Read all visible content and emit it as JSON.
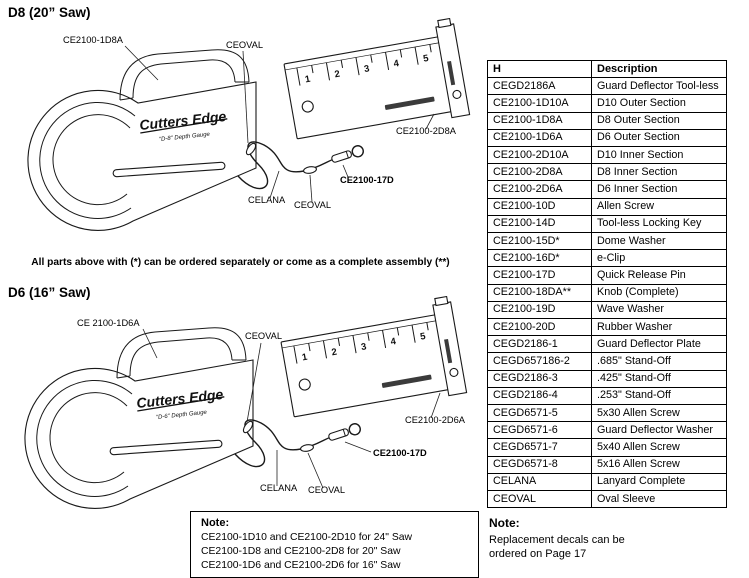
{
  "headings": {
    "d8": "D8 (20” Saw)",
    "d6": "D6 (16” Saw)"
  },
  "assembly_note": "All parts above with (*) can be ordered separately or come as a complete assembly (**)",
  "diagram_d8": {
    "outer_label": "CE2100-1D8A",
    "oval_top_label": "CEOVAL",
    "inner_label": "CE2100-2D8A",
    "pin_label": "CE2100-17D",
    "lanyard_label": "CELANA",
    "oval_bottom_label": "CEOVAL",
    "logo": "Cutters Edge",
    "logo_sub": "“D-8” Depth Gauge",
    "scale": [
      "1",
      "2",
      "3",
      "4",
      "5"
    ]
  },
  "diagram_d6": {
    "outer_label": "CE 2100-1D6A",
    "oval_top_label": "CEOVAL",
    "inner_label": "CE2100-2D6A",
    "pin_label": "CE2100-17D",
    "lanyard_label": "CELANA",
    "oval_bottom_label": "CEOVAL",
    "logo": "Cutters Edge",
    "logo_sub": "“D-6” Depth Gauge",
    "scale": [
      "1",
      "2",
      "3",
      "4",
      "5"
    ]
  },
  "left_note": {
    "title": "Note:",
    "lines": [
      "CE2100-1D10 and CE2100-2D10 for 24\" Saw",
      "CE2100-1D8 and CE2100-2D8 for 20\" Saw",
      "CE2100-1D6 and CE2100-2D6 for 16\" Saw"
    ]
  },
  "table": {
    "headers": [
      "H",
      "Description"
    ],
    "rows": [
      [
        "CEGD2186A",
        "Guard Deflector Tool-less"
      ],
      [
        "CE2100-1D10A",
        "D10 Outer Section"
      ],
      [
        "CE2100-1D8A",
        "D8 Outer Section"
      ],
      [
        "CE2100-1D6A",
        "D6 Outer Section"
      ],
      [
        "CE2100-2D10A",
        "D10 Inner Section"
      ],
      [
        "CE2100-2D8A",
        "D8 Inner Section"
      ],
      [
        "CE2100-2D6A",
        "D6 Inner Section"
      ],
      [
        "CE2100-10D",
        "Allen Screw"
      ],
      [
        "CE2100-14D",
        "Tool-less Locking Key"
      ],
      [
        "CE2100-15D*",
        "Dome Washer"
      ],
      [
        "CE2100-16D*",
        "e-Clip"
      ],
      [
        "CE2100-17D",
        "Quick Release Pin"
      ],
      [
        "CE2100-18DA**",
        "Knob (Complete)"
      ],
      [
        "CE2100-19D",
        "Wave Washer"
      ],
      [
        "CE2100-20D",
        "Rubber Washer"
      ],
      [
        "CEGD2186-1",
        "Guard Deflector Plate"
      ],
      [
        "CEGD657186-2",
        ".685\" Stand-Off"
      ],
      [
        "CEGD2186-3",
        ".425\" Stand-Off"
      ],
      [
        "CEGD2186-4",
        ".253\" Stand-Off"
      ],
      [
        "CEGD6571-5",
        "5x30 Allen Screw"
      ],
      [
        "CEGD6571-6",
        "Guard Deflector Washer"
      ],
      [
        "CEGD6571-7",
        "5x40 Allen Screw"
      ],
      [
        "CEGD6571-8",
        "5x16 Allen Screw"
      ],
      [
        "CELANA",
        "Lanyard Complete"
      ],
      [
        "CEOVAL",
        "Oval Sleeve"
      ]
    ]
  },
  "right_note": {
    "title": "Note:",
    "lines": [
      "Replacement decals can be",
      "ordered on Page 17"
    ]
  }
}
